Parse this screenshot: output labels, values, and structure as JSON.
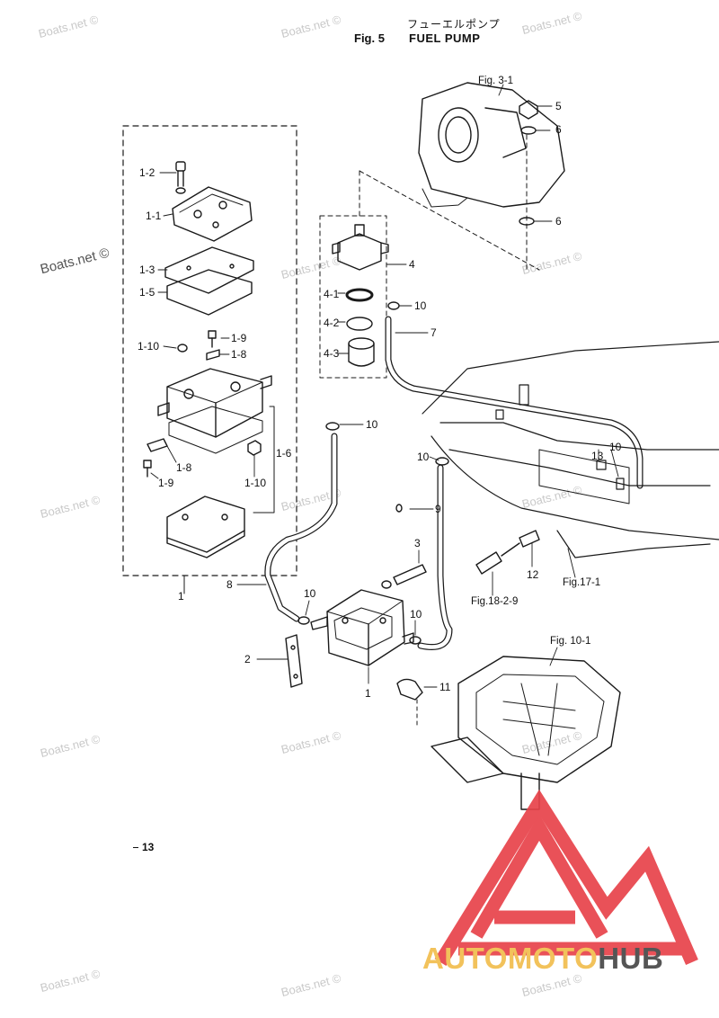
{
  "header": {
    "jp_title": "フューエルポンプ",
    "fig_no": "Fig. 5",
    "title": "FUEL PUMP"
  },
  "watermark": "Boats.net ©",
  "page_number": "13",
  "brand": {
    "part1": "AUTOMOTO",
    "part2": "HUB",
    "colors": {
      "part1": "#f2c25b",
      "part2": "#555555",
      "mark": "#e8434a"
    }
  },
  "callouts": {
    "c1_2": "1-2",
    "c1_1": "1-1",
    "c1_3": "1-3",
    "c1_5": "1-5",
    "c1_10a": "1-10",
    "c1_9a": "1-9",
    "c1_8a": "1-8",
    "c1_8b": "1-8",
    "c1_9b": "1-9",
    "c1_10b": "1-10",
    "c1_6": "1-6",
    "c1_group": "1",
    "c4": "4",
    "c4_1": "4-1",
    "c4_2": "4-2",
    "c4_3": "4-3",
    "c5": "5",
    "c6a": "6",
    "c6b": "6",
    "c10_top": "10",
    "c7": "7",
    "c10_mid": "10",
    "c10_left": "10",
    "c9": "9",
    "c3": "3",
    "c13": "13",
    "c10_right": "10",
    "c12": "12",
    "c8": "8",
    "c10_low": "10",
    "c10_pump": "10",
    "c2": "2",
    "c1_pump": "1",
    "c11": "11"
  },
  "references": {
    "fig3_1": "Fig. 3-1",
    "fig17_1": "Fig.17-1",
    "fig18_2_9": "Fig.18-2-9",
    "fig10_1": "Fig. 10-1"
  }
}
